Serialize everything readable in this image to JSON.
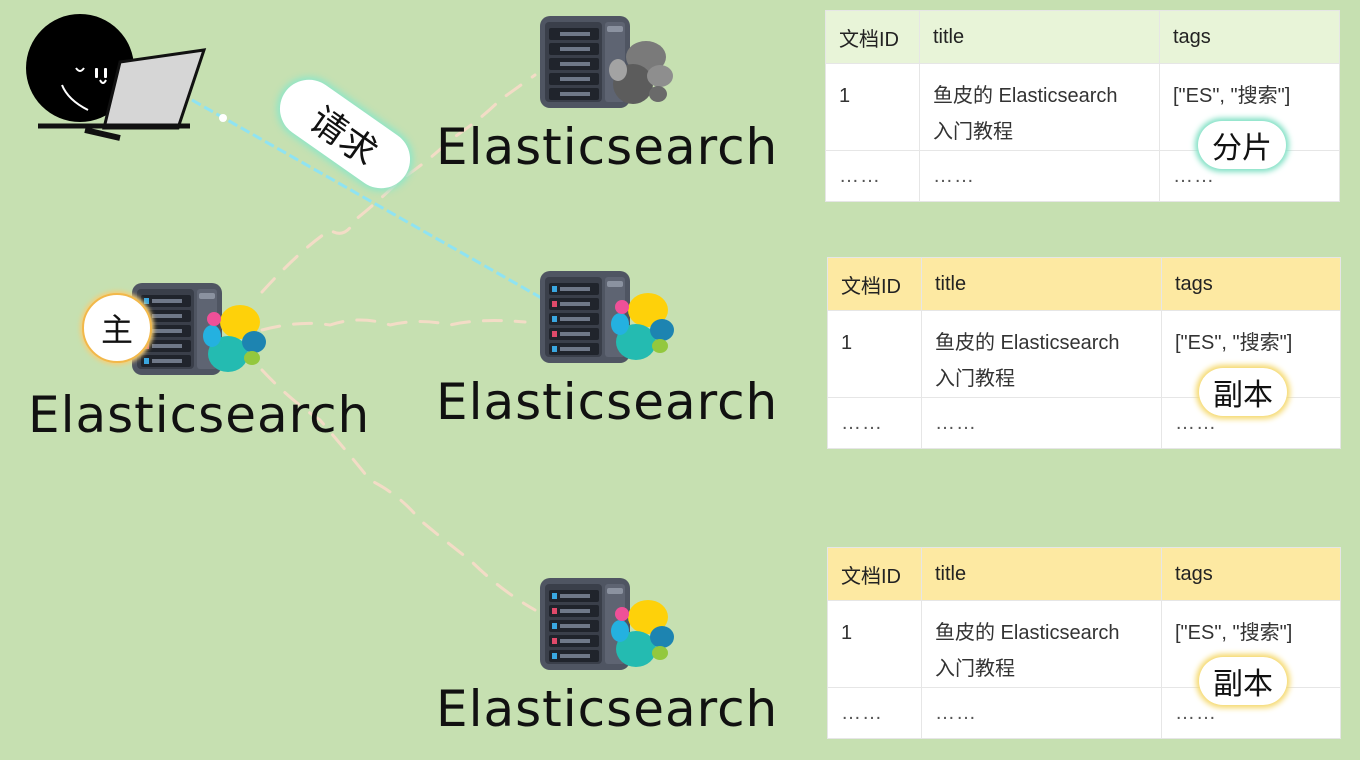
{
  "nodes": {
    "top": {
      "label": "Elasticsearch"
    },
    "primary": {
      "label": "Elasticsearch",
      "badge": "主"
    },
    "middle": {
      "label": "Elasticsearch"
    },
    "bottom": {
      "label": "Elasticsearch"
    }
  },
  "request_label": "请求",
  "tables": [
    {
      "headers": [
        "文档ID",
        "title",
        "tags"
      ],
      "row": [
        "1",
        "鱼皮的 Elasticsearch",
        "入门教程",
        "[\"ES\", \"搜索\"]"
      ],
      "dots": [
        "……",
        "……",
        "……"
      ],
      "tag": "分片",
      "header_color": "#e8f4d8"
    },
    {
      "headers": [
        "文档ID",
        "title",
        "tags"
      ],
      "row": [
        "1",
        "鱼皮的 Elasticsearch",
        "入门教程",
        "[\"ES\", \"搜索\"]"
      ],
      "dots": [
        "……",
        "……",
        "……"
      ],
      "tag": "副本",
      "header_color": "#fde9a2"
    },
    {
      "headers": [
        "文档ID",
        "title",
        "tags"
      ],
      "row": [
        "1",
        "鱼皮的 Elasticsearch",
        "入门教程",
        "[\"ES\", \"搜索\"]"
      ],
      "dots": [
        "……",
        "……",
        "……"
      ],
      "tag": "副本",
      "header_color": "#fde9a2"
    }
  ],
  "colors": {
    "background": "#c6e0b1",
    "request_line": "#8fe3f2",
    "replication_line": "#f3dcc6",
    "shard_glow": "#7fe0c4",
    "replica_glow": "#f5d86a"
  }
}
